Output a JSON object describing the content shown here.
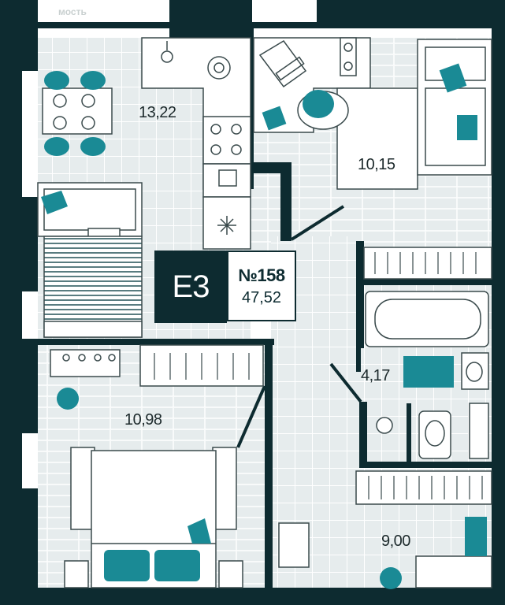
{
  "watermark": "мость",
  "apartment": {
    "type_code": "E3",
    "number": "№158",
    "total_area": "47,52"
  },
  "rooms": [
    {
      "id": "kitchen-living",
      "area": "13,22"
    },
    {
      "id": "bedroom-study",
      "area": "10,15"
    },
    {
      "id": "bedroom",
      "area": "10,98"
    },
    {
      "id": "bathroom",
      "area": "4,17"
    },
    {
      "id": "hallway",
      "area": "9,00"
    }
  ],
  "colors": {
    "wall": "#0d2b30",
    "accent": "#1a8a95",
    "floor": "#e8eeee",
    "grid": "#ffffff",
    "furniture_line": "#3a4a4c"
  }
}
